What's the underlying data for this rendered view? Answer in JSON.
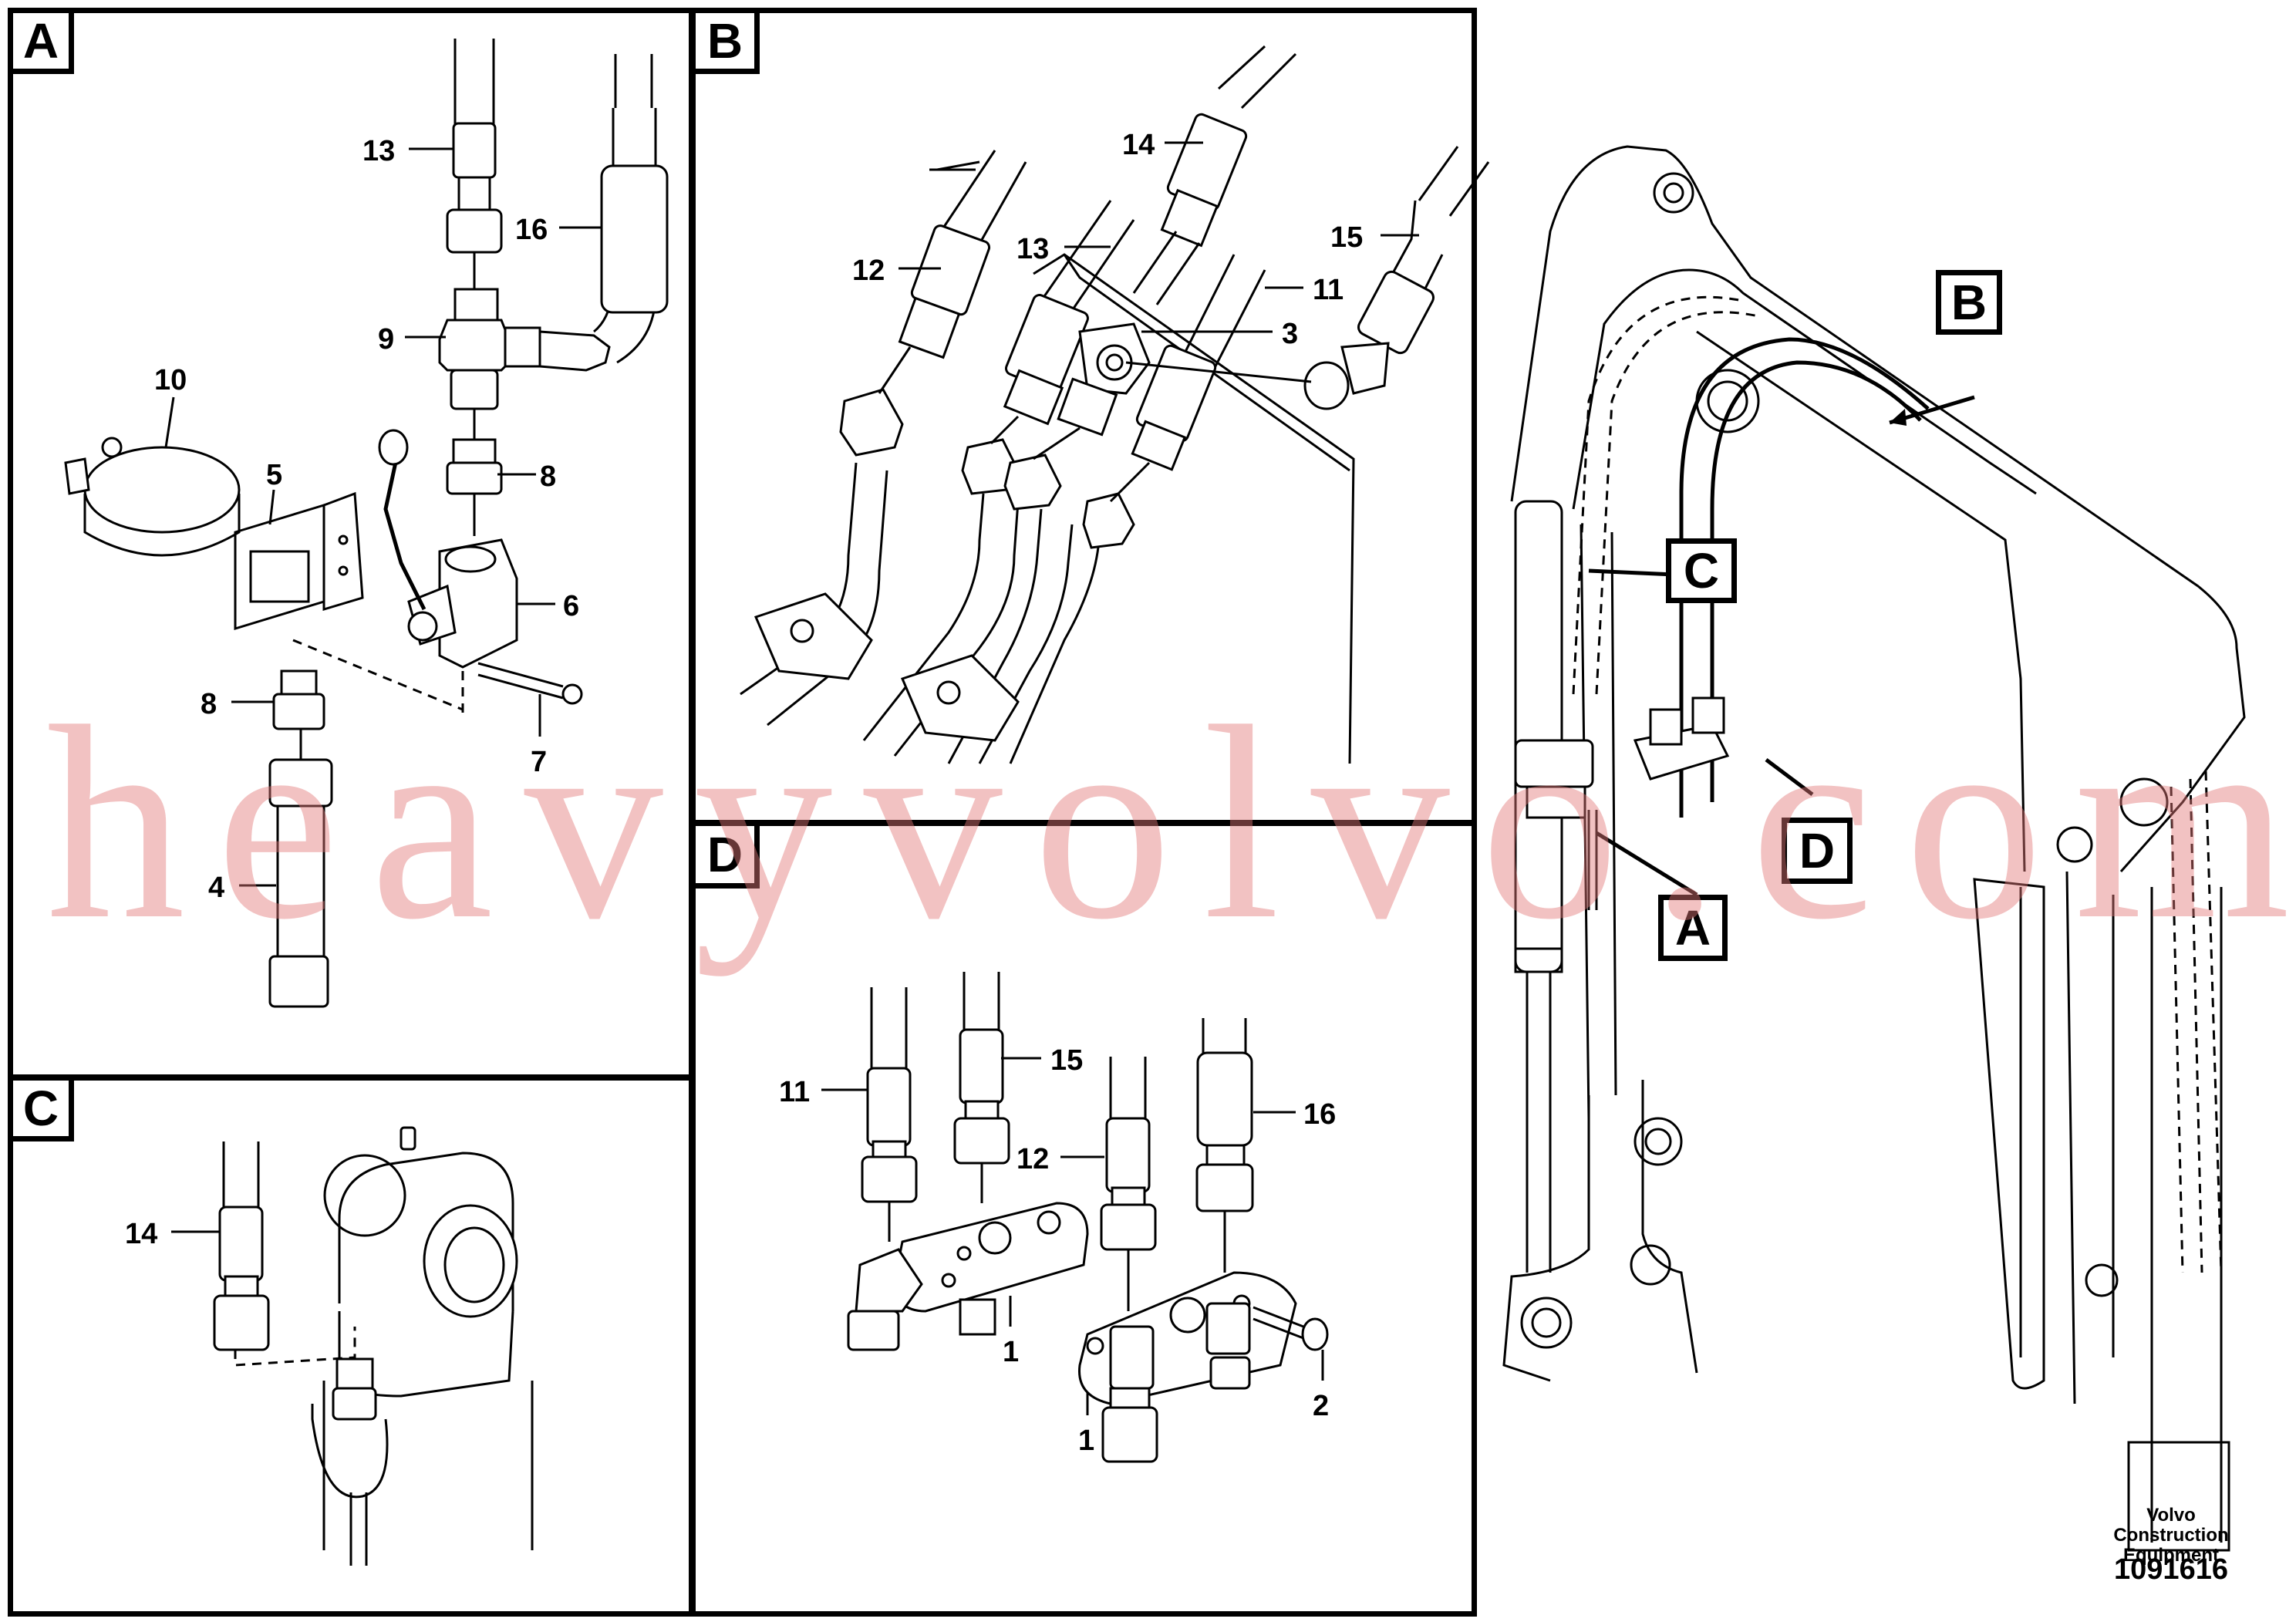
{
  "panels": {
    "A": {
      "letter": "A",
      "callouts": [
        "13",
        "16",
        "9",
        "10",
        "5",
        "8",
        "6",
        "8",
        "7",
        "4"
      ]
    },
    "B": {
      "letter": "B",
      "callouts": [
        "14",
        "12",
        "13",
        "15",
        "11",
        "3"
      ]
    },
    "C": {
      "letter": "C",
      "callouts": [
        "14"
      ]
    },
    "D": {
      "letter": "D",
      "callouts": [
        "11",
        "15",
        "16",
        "12",
        "1",
        "2",
        "1"
      ]
    }
  },
  "overview": {
    "markers": [
      "B",
      "C",
      "D",
      "A"
    ]
  },
  "footer": {
    "company": "Volvo Construction Equipment",
    "drawing_number": "1091616"
  },
  "watermark": "heavyvolvo.com"
}
